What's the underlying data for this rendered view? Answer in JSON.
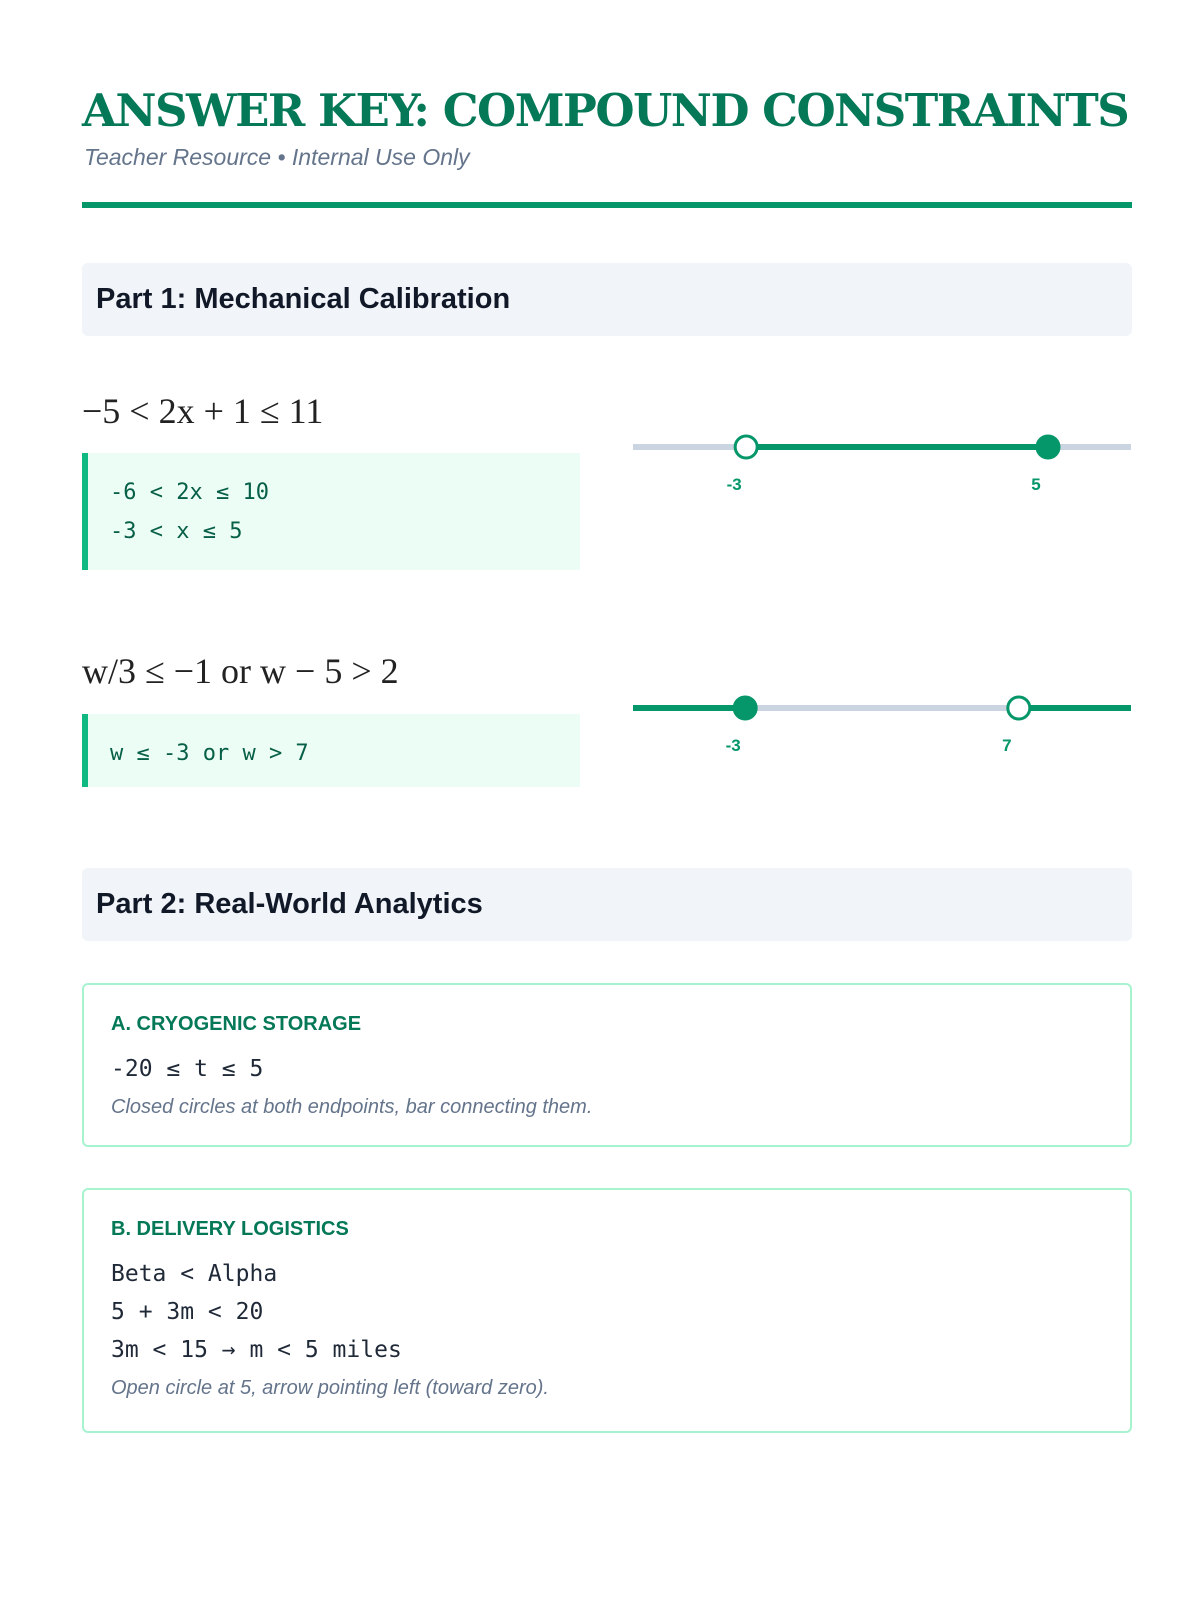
{
  "header": {
    "title": "ANSWER KEY: COMPOUND CONSTRAINTS",
    "subtitle": "Teacher Resource • Internal Use Only"
  },
  "part1": {
    "heading": "Part 1: Mechanical Calibration",
    "problems": [
      {
        "equation": "−5 < 2x + 1 ≤ 11",
        "steps": [
          "-6 < 2x ≤ 10",
          "-3 < x ≤ 5"
        ]
      },
      {
        "equation": "w/3 ≤ −1 or w − 5 > 2",
        "steps": [
          "w ≤ -3 or w > 7"
        ]
      }
    ]
  },
  "chart_data": [
    {
      "type": "number-line",
      "range": [
        -6,
        7.2
      ],
      "points": [
        {
          "value": -3,
          "label": "-3",
          "closed": false
        },
        {
          "value": 5,
          "label": "5",
          "closed": true
        }
      ],
      "shaded": [
        [
          -3,
          5
        ]
      ],
      "accent": "#059669",
      "track": "#cbd5e1"
    },
    {
      "type": "number-line",
      "range": [
        -7.1,
        11.1
      ],
      "points": [
        {
          "value": -3,
          "label": "-3",
          "closed": true
        },
        {
          "value": 7,
          "label": "7",
          "closed": false
        }
      ],
      "shaded": [
        [
          -7.1,
          -3
        ],
        [
          7,
          11.1
        ]
      ],
      "accent": "#059669",
      "track": "#cbd5e1"
    }
  ],
  "part2": {
    "heading": "Part 2: Real-World Analytics",
    "cards": [
      {
        "title": "A. CRYOGENIC STORAGE",
        "lines": [
          "-20 ≤ t ≤ 5"
        ],
        "note": "Closed circles at both endpoints, bar connecting them."
      },
      {
        "title": "B. DELIVERY LOGISTICS",
        "lines": [
          "Beta < Alpha",
          "5 + 3m < 20",
          "3m < 15 → m < 5 miles"
        ],
        "note": "Open circle at 5, arrow pointing left (toward zero)."
      }
    ]
  }
}
